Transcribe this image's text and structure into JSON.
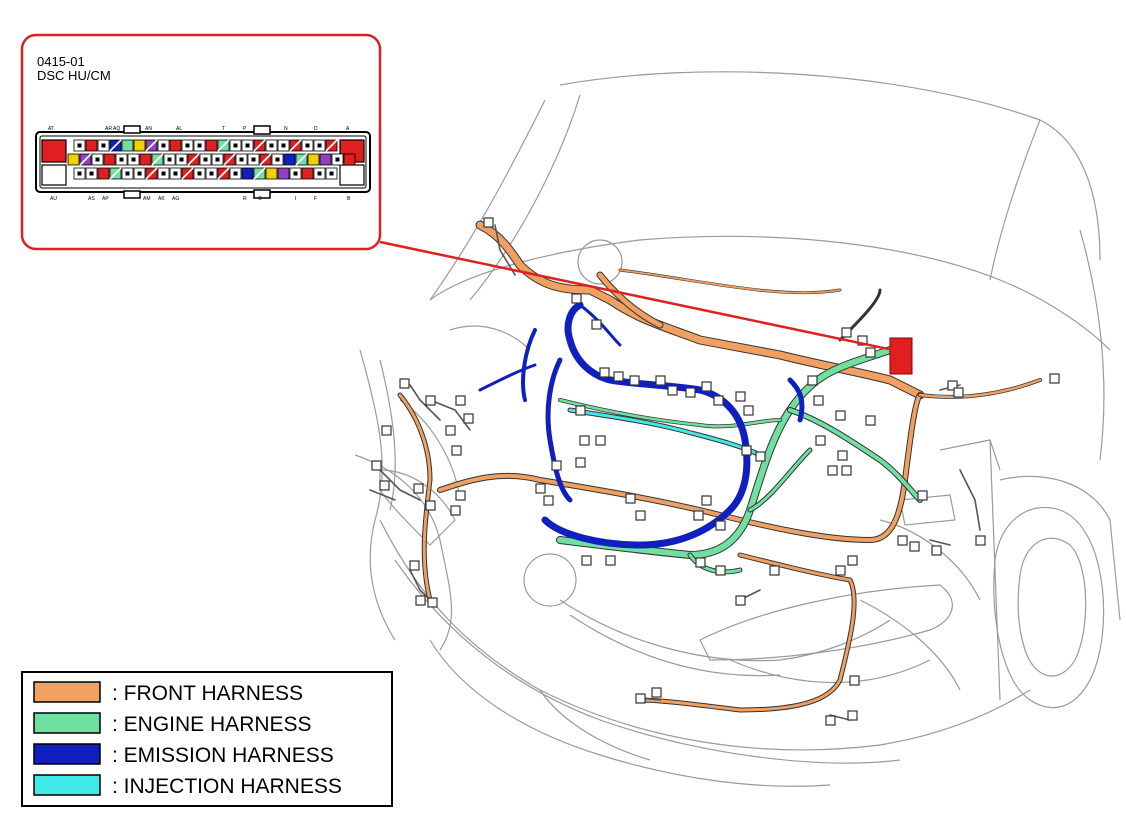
{
  "connector": {
    "code": "0415-01",
    "name": "DSC HU/CM",
    "pin_labels_top": [
      "AT",
      "AR AQ",
      "AN",
      "AL",
      "T",
      "P",
      "N",
      "D",
      "A"
    ],
    "pin_labels_bottom": [
      "AU",
      "AS",
      "AP",
      "AM",
      "AK",
      "AG",
      "R",
      "O",
      "I",
      "F",
      "B"
    ]
  },
  "legend": [
    {
      "label": ": FRONT HARNESS",
      "color": "#f0a060"
    },
    {
      "label": ": ENGINE HARNESS",
      "color": "#70e0a0"
    },
    {
      "label": ": EMISSION HARNESS",
      "color": "#1020c0"
    },
    {
      "label": ": INJECTION HARNESS",
      "color": "#40e8e8"
    }
  ],
  "colors": {
    "callout_border": "#e02020",
    "leader_line": "#e02020",
    "connector_highlight": "#e02020",
    "line_art": "#9a9a9a",
    "wire_edge": "#333333"
  }
}
